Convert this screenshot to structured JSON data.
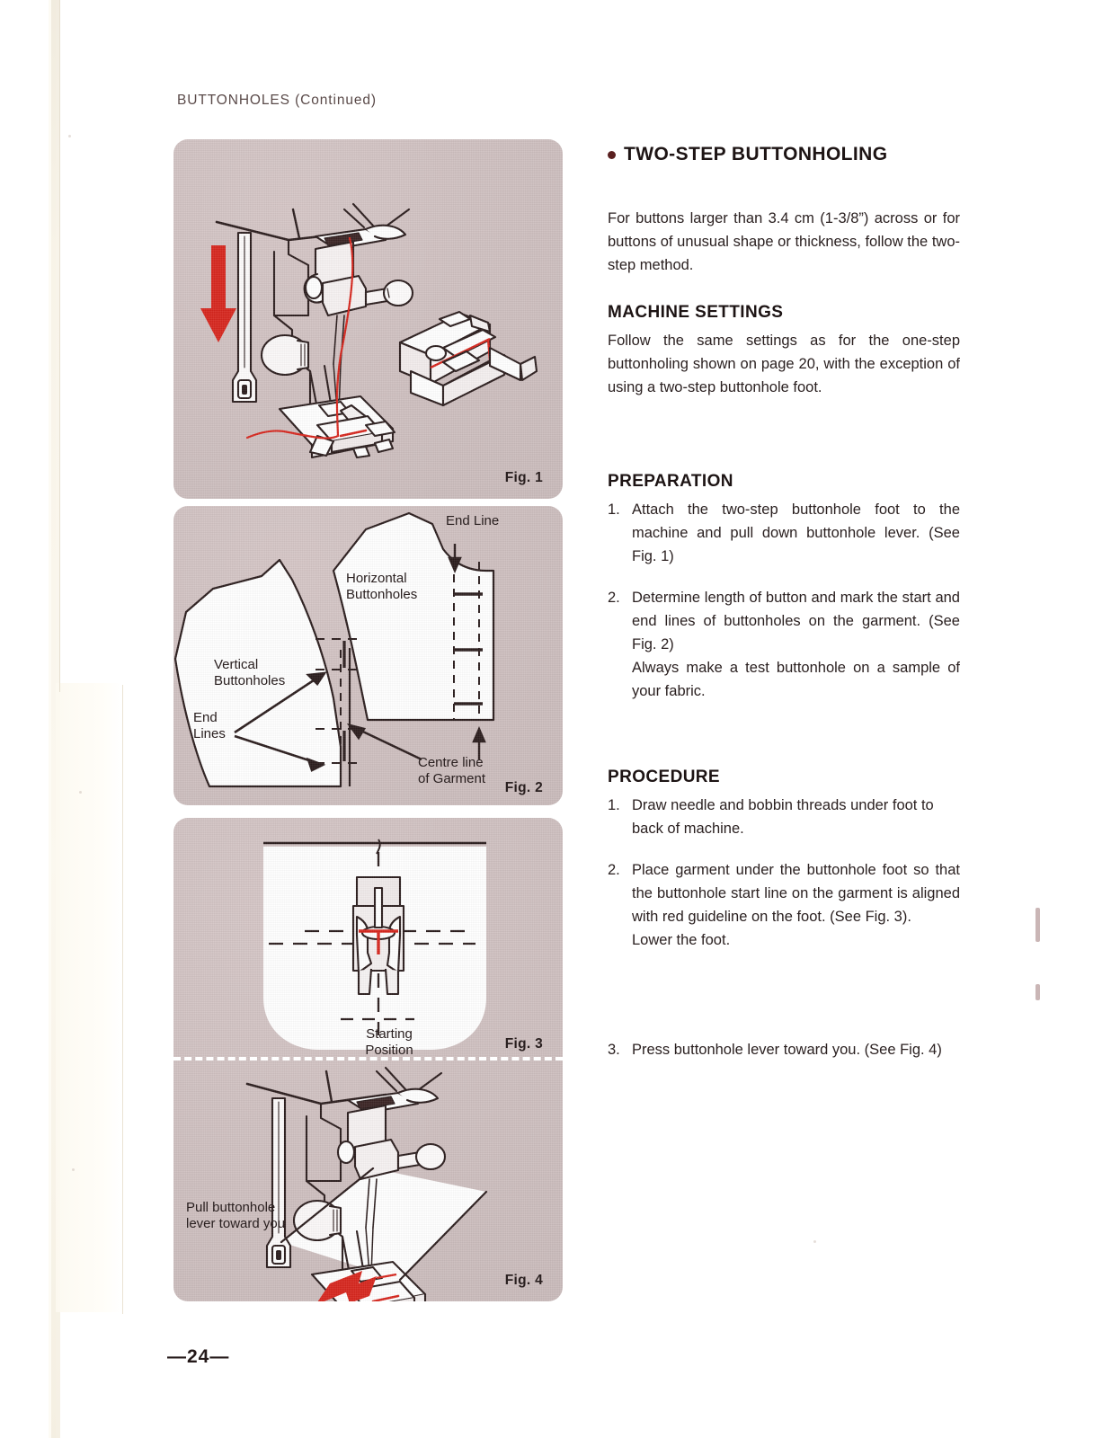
{
  "page": {
    "running_head": "BUTTONHOLES (Continued)",
    "folio": "—24—"
  },
  "right_column": {
    "heading": "TWO-STEP  BUTTONHOLING",
    "intro": "For buttons larger than 3.4 cm (1-3/8”) across or for buttons of unusual shape or thickness, follow the two-step method.",
    "machine_settings": {
      "title": "MACHINE SETTINGS",
      "body": "Follow the same settings as for the one-step buttonholing shown on page 20, with the exception of using a two-step buttonhole foot."
    },
    "preparation": {
      "title": "PREPARATION",
      "steps": [
        {
          "num": "1.",
          "text": "Attach the two-step buttonhole foot to the machine and pull down buttonhole lever. (See Fig. 1)"
        },
        {
          "num": "2.",
          "text": "Determine length of button and mark the start and end lines of buttonholes on the garment. (See Fig. 2)"
        },
        {
          "num": "",
          "text": "Always make a test buttonhole on a sample of your fabric."
        }
      ]
    },
    "procedure": {
      "title": "PROCEDURE",
      "steps": [
        {
          "num": "1.",
          "text": "Draw needle and bobbin threads under foot to back of machine."
        },
        {
          "num": "2.",
          "text": "Place garment under the buttonhole foot so that the buttonhole start line on the garment is aligned with red guideline on the foot. (See Fig. 3)."
        },
        {
          "num": "",
          "text": "Lower the foot."
        },
        {
          "num": "3.",
          "text": "Press buttonhole lever toward you. (See Fig. 4)"
        }
      ]
    }
  },
  "figures": [
    {
      "id": "fig1",
      "caption": "Fig. 1",
      "description": "Sewing machine presser bar with two-step buttonhole foot attached, red downward arrow beside buttonhole lever, and a detached buttonhole foot at right with red guideline markings.",
      "labels": []
    },
    {
      "id": "fig2",
      "caption": "Fig. 2",
      "description": "Two garment pattern pieces showing marked buttonhole placement lines.",
      "labels": [
        {
          "name": "end-line",
          "text": "End Line"
        },
        {
          "name": "horizontal-buttonholes",
          "text": "Horizontal\nButtonholes"
        },
        {
          "name": "vertical-buttonholes",
          "text": "Vertical\nButtonholes"
        },
        {
          "name": "end-lines",
          "text": "End\nLines"
        },
        {
          "name": "centre-line-of-garment",
          "text": "Centre line\nof Garment"
        }
      ]
    },
    {
      "id": "fig3",
      "caption": "Fig. 3",
      "description": "Top view of buttonhole foot on garment showing red guideline aligned with start line crosshair.",
      "labels": [
        {
          "name": "starting-position",
          "text": "Starting\nPosition"
        }
      ]
    },
    {
      "id": "fig4",
      "caption": "Fig. 4",
      "description": "Presser bar with buttonhole lever pulled toward operator, red arrow showing fabric feed direction.",
      "labels": [
        {
          "name": "pull-buttonhole-lever",
          "text": "Pull buttonhole\nlever toward you"
        }
      ]
    }
  ],
  "colors": {
    "panel_bg": "#cfc0c0",
    "accent_red": "#d6261d",
    "ink": "#2b2121",
    "paper": "#ffffff"
  }
}
